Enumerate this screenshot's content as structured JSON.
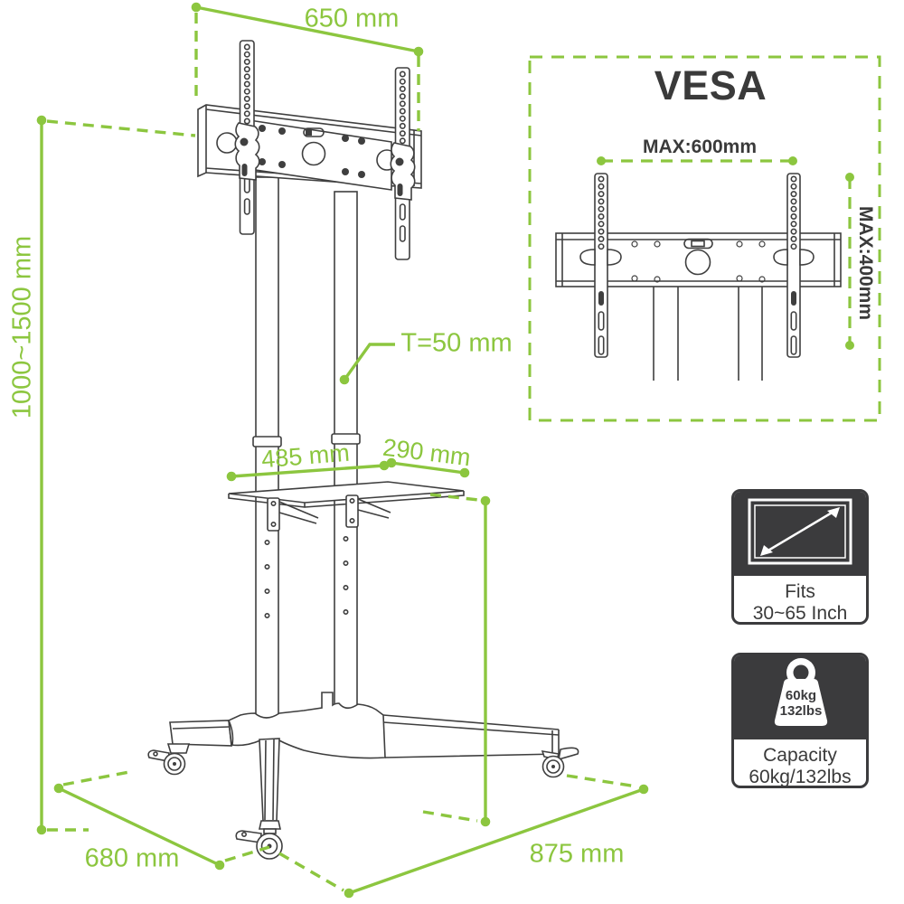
{
  "colors": {
    "accent": "#8cc63f",
    "line": "#3f3f3f",
    "dark": "#3b3b3d"
  },
  "diagram": {
    "width_top": "650 mm",
    "height_range": "1000~1500 mm",
    "pole_thickness": "T=50 mm",
    "shelf_width": "485 mm",
    "shelf_depth": "290 mm",
    "base_depth": "680 mm",
    "base_width": "875 mm"
  },
  "vesa": {
    "title": "VESA",
    "max_width": "MAX:600mm",
    "max_height": "MAX:400mm"
  },
  "badges": {
    "fits": {
      "line1": "Fits",
      "line2": "30~65 Inch"
    },
    "capacity": {
      "icon_top": "60kg",
      "icon_bottom": "132lbs",
      "line1": "Capacity",
      "line2": "60kg/132lbs"
    }
  }
}
